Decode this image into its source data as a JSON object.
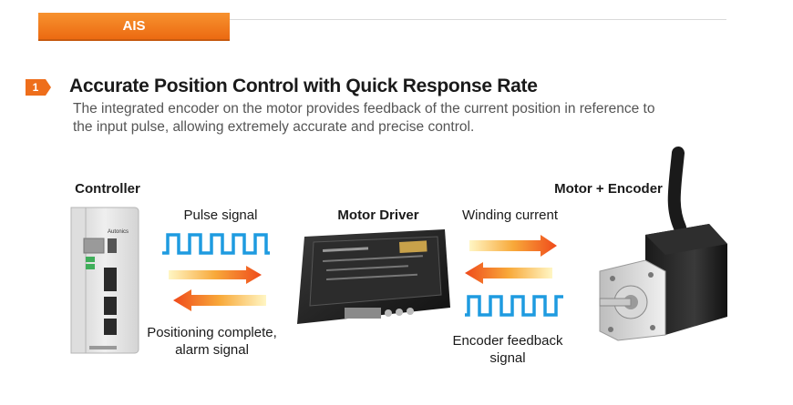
{
  "tab": {
    "label": "AIS"
  },
  "section": {
    "number": "1",
    "title": "Accurate Position Control with Quick Response Rate",
    "description": "The integrated encoder on the motor provides feedback of the current position in reference to the input pulse, allowing extremely accurate and precise control."
  },
  "diagram": {
    "controller_label": "Controller",
    "driver_label": "Motor Driver",
    "motor_label": "Motor + Encoder",
    "pulse_label": "Pulse signal",
    "positioning_label": "Positioning complete,\nalarm signal",
    "winding_label": "Winding current",
    "encoder_feedback_label": "Encoder feedback\nsignal",
    "controller_brand": "Autonics"
  },
  "colors": {
    "accent": "#ee6e1b",
    "signal_blue": "#1e9be0",
    "arrow_orange": "#ef5a1e"
  }
}
